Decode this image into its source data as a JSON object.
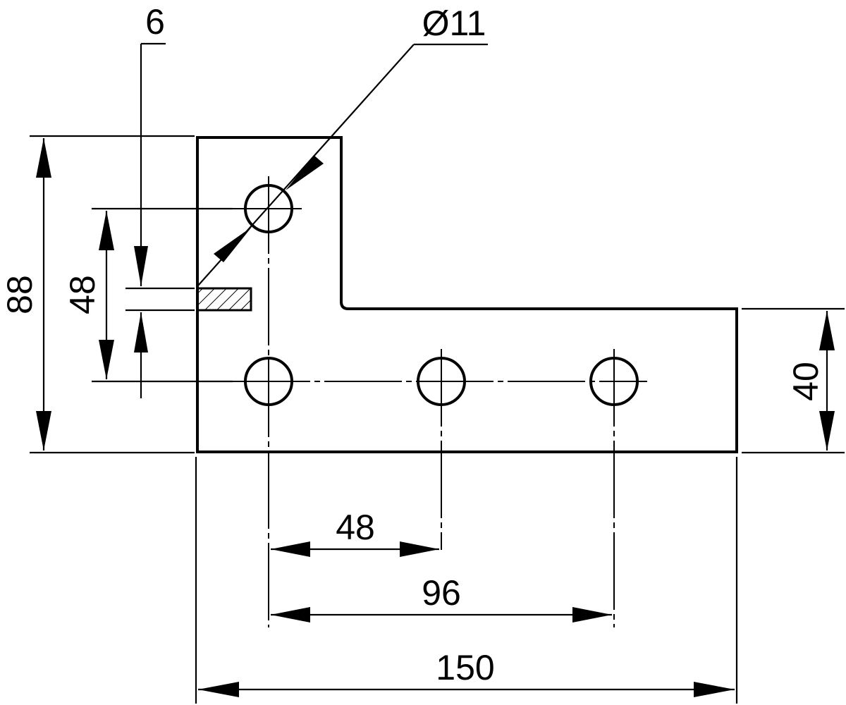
{
  "drawing": {
    "dimensions": {
      "thickness": "6",
      "hole_diameter": "Ø11",
      "total_height": "88",
      "hole_row_spacing": "48",
      "foot_height": "40",
      "hole_pitch": "48",
      "hole_span": "96",
      "total_width": "150"
    }
  }
}
